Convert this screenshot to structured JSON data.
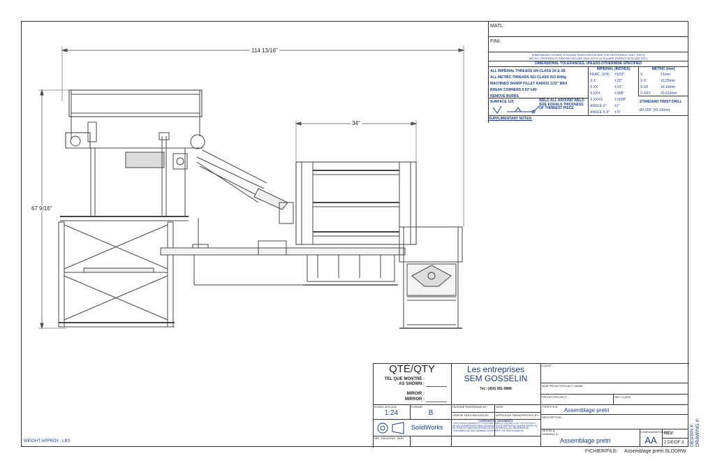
{
  "drawing": {
    "overall_width": "114 13/16\"",
    "inner_width": "34\"",
    "overall_height": "67 9/16\""
  },
  "material": {
    "matl_label": "MATL:",
    "fini_label": "FINI:"
  },
  "tolerances": {
    "note1": "[DIMENSIONS SHOWN IN ROUND PARENTHESIS ARE FOR REFERENCE ONLY (REF)]",
    "note2": "METRIC REFERENCE DIMENSIONS ARE INDICATED IN SQUARE PARENTHESIS [METRIC]",
    "header": "DIMENSIONAL TOLERANCES, UNLESS OTHERWISE SPECIFIED",
    "imperial_header": "IMPERIAL (INCHES)",
    "metric_header": "METRIC (mm)",
    "left_rows": [
      "ALL IMPERIAL THREADS UN CLASS 2A & 2B",
      "ALL METRIC THREADS ISO CLASS ISO 6H/6g",
      "MACHINED SHARP FILLET RADIUS 1/32\" MAX",
      "BREAK CORNERS 0.02\"x45º",
      "REMOVE BURRS"
    ],
    "imperial_rows": [
      [
        "FRAC. (X/X)",
        "±1/32\""
      ],
      [
        "X.X",
        "±.02\""
      ],
      [
        "X.XX",
        "±.01\""
      ],
      [
        "X.XXX",
        "±.005\""
      ],
      [
        "X.XXXX",
        "±.0005\""
      ],
      [
        "ANGLE X°",
        "±1°"
      ],
      [
        "ANGLE X.X°",
        "±.5°"
      ]
    ],
    "metric_rows": [
      [
        "X",
        "±1mm"
      ],
      [
        "X.X",
        "±0.25mm"
      ],
      [
        "X.XX",
        "±0.13mm"
      ],
      [
        "X.XXX",
        "±0.013mm"
      ]
    ],
    "surface_label": "SURFACE 125",
    "weld_note": "WELD ALL AROUND WELD SIZE EQUALS THICKNESS OF THINNEST PIECE",
    "twist_drill_header": "STANDARD TWIST DRILL",
    "twist_drill_value": "Ø±.005\" [±0.13mm]",
    "supplementary": "SUPPLIMENTARY NOTES:"
  },
  "title_block": {
    "qty_title": "QTÉ/QTY",
    "as_shown_fr": "TEL QUE MONTRÉ :",
    "as_shown_en": "AS SHOWN :",
    "mirror_fr": "MIROIR :",
    "mirror_en": "MIRROR :",
    "company_line1": "Les entreprises",
    "company_line2": "SEM GOSSELIN",
    "phone": "Tel.: (450) 991-0888",
    "client_label": "CLIENT:",
    "pm_label": "NOM PROJET/PROJECT NAME:",
    "project_label": "PROJET/PROJECT:",
    "ref_client_label": "REF. CLIENT:",
    "scale_label": "ÉCHELLE/SCALE",
    "scale_value": "1:24",
    "format_label": "FORMAT",
    "format_value": "B",
    "designed_label": "DESSINÉ PAR/DRAWN BY:",
    "date_label": "DATE:",
    "checked_label": "VÉRIFIÉ PAR/CHECKED BY:",
    "approved_label": "APPROUVÉ PAR/APPROVED BY:",
    "type_label": "TYPE/TITLE:",
    "type_value": "Assemblage pretri",
    "description_label": "DESCRIPTION:",
    "software": "SolidWorks",
    "conf_title": "CONFIDENTIAL DOCUMENTS",
    "conf_text": "TOUS RENSEIGNEMENTS CONTENUS DANS CE DESSIN SONT LA PROPRIÉTÉ DE LES ENTREPRISES SEM GOSSELIN. TOUTE REPRODUCTION EN PARTIE OU EN TOTALITÉ SANS AUTORISATION EST INTERDITE. ALL INFORMATION CONTAINED ON THIS DRAWING IS PROPERTY OF SEM GOSSELIN.",
    "ref_part_label": "RÉF. PIÈCE/REF. PART",
    "ref_part_value": "-",
    "drawing_label": "DESSIN #:\nDRAWING #:",
    "drawing_value": "Assemblage pretri",
    "config_label": "CONFIGURATION",
    "config_value": "AA",
    "rev_label": "REV:",
    "sheet_value": "2 DE/OF 3",
    "side_label": "DESSIN #: DRAWING #:"
  },
  "footer": {
    "weight": "WEIGHT APPROX : LBS",
    "file_label": "FICHIER/FILE:",
    "file_name": "Assemblage pretri.SLDDRW"
  }
}
